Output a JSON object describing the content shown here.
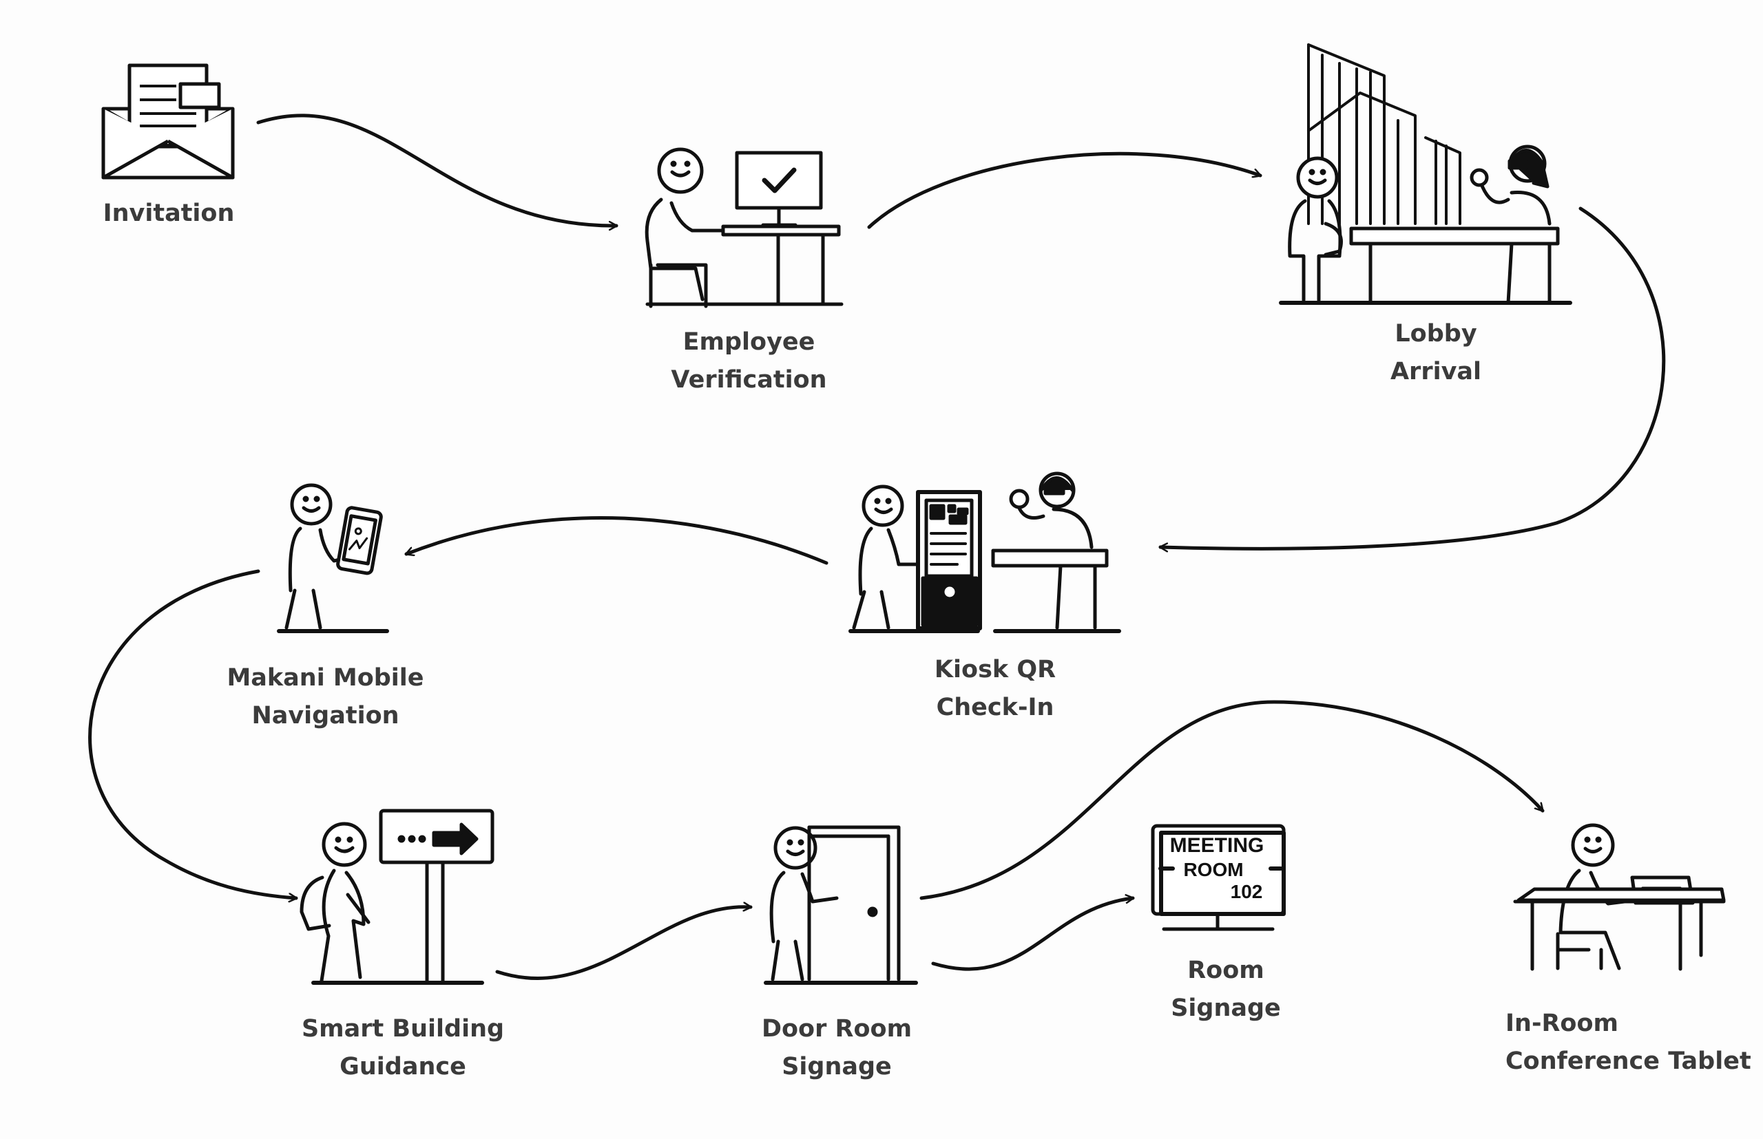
{
  "colors": {
    "ink": "#111111",
    "label": "#3b3b3b",
    "background": "#fdfdfd"
  },
  "steps": [
    {
      "id": "invitation",
      "icon": "envelope-icon",
      "lines": [
        "Invitation"
      ]
    },
    {
      "id": "employee-verification",
      "icon": "verification-desk-icon",
      "lines": [
        "Employee",
        "Verification"
      ]
    },
    {
      "id": "lobby-arrival",
      "icon": "lobby-reception-icon",
      "lines": [
        "Lobby",
        "Arrival"
      ]
    },
    {
      "id": "kiosk-qr-check-in",
      "icon": "kiosk-qr-icon",
      "lines": [
        "Kiosk QR",
        "Check-In"
      ]
    },
    {
      "id": "makani-mobile-navigation",
      "icon": "mobile-phone-navigation-icon",
      "lines": [
        "Makani Mobile",
        "Navigation"
      ]
    },
    {
      "id": "smart-building-guidance",
      "icon": "directional-sign-icon",
      "lines": [
        "Smart Building",
        "Guidance"
      ]
    },
    {
      "id": "door-room-signage",
      "icon": "door-icon",
      "lines": [
        "Door Room",
        "Signage"
      ]
    },
    {
      "id": "room-signage",
      "icon": "room-sign-display-icon",
      "lines": [
        "Room",
        "Signage"
      ]
    },
    {
      "id": "in-room-conference-tablet",
      "icon": "conference-tablet-icon",
      "lines": [
        "In-Room",
        "Conference Tablet"
      ]
    }
  ],
  "room_sign": {
    "line1": "MEETING",
    "line2": "ROOM",
    "line3": "102"
  },
  "flow": [
    [
      "invitation",
      "employee-verification"
    ],
    [
      "employee-verification",
      "lobby-arrival"
    ],
    [
      "lobby-arrival",
      "kiosk-qr-check-in"
    ],
    [
      "kiosk-qr-check-in",
      "makani-mobile-navigation"
    ],
    [
      "makani-mobile-navigation",
      "smart-building-guidance"
    ],
    [
      "smart-building-guidance",
      "door-room-signage"
    ],
    [
      "door-room-signage",
      "room-signage"
    ],
    [
      "door-room-signage",
      "in-room-conference-tablet"
    ]
  ]
}
